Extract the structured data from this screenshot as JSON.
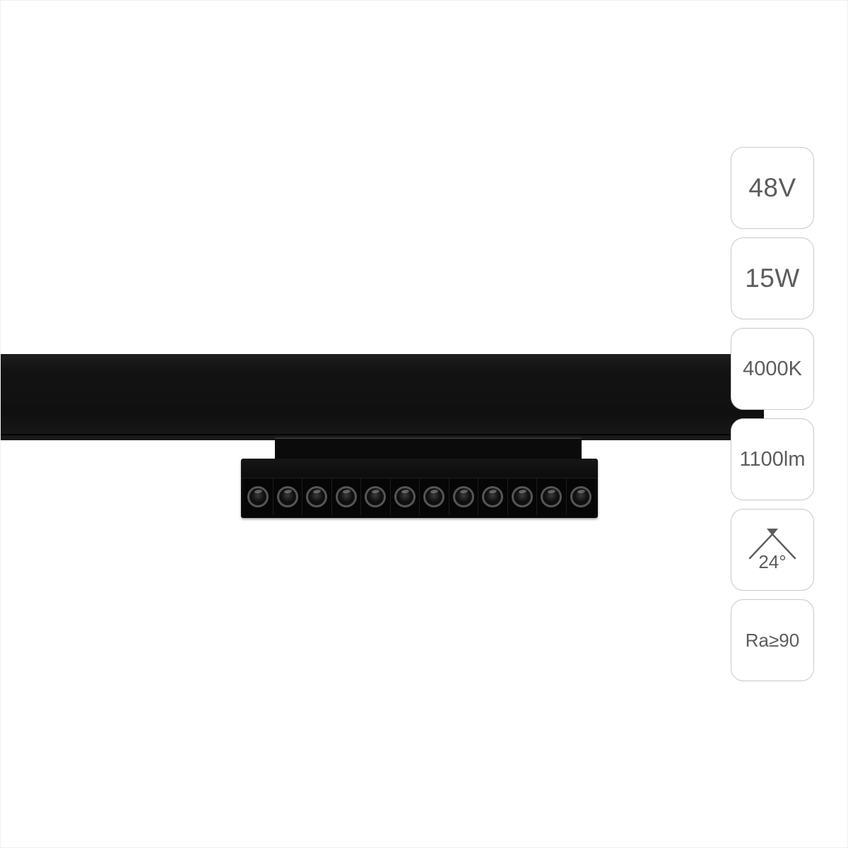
{
  "page": {
    "background": "#ffffff",
    "description": "magnetic track LED linear spotlight product image with spec badges"
  },
  "product": {
    "type": "magnetic-track-led-light",
    "led_count": 12,
    "badges": [
      {
        "name": "voltage",
        "label": "48V"
      },
      {
        "name": "power",
        "label": "15W"
      },
      {
        "name": "color-temperature",
        "label": "4000K"
      },
      {
        "name": "luminous-flux",
        "label": "1100lm"
      },
      {
        "name": "beam-angle",
        "label": "24°",
        "icon": "beam-angle-icon"
      },
      {
        "name": "color-rendering-index",
        "label": "Ra≥90"
      }
    ]
  },
  "colors": {
    "background": "#ffffff",
    "track_color": "#141414",
    "fixture_color": "#0d0d0d",
    "badge_border": "#c9c9c9",
    "badge_text": "#5c5c5c"
  }
}
